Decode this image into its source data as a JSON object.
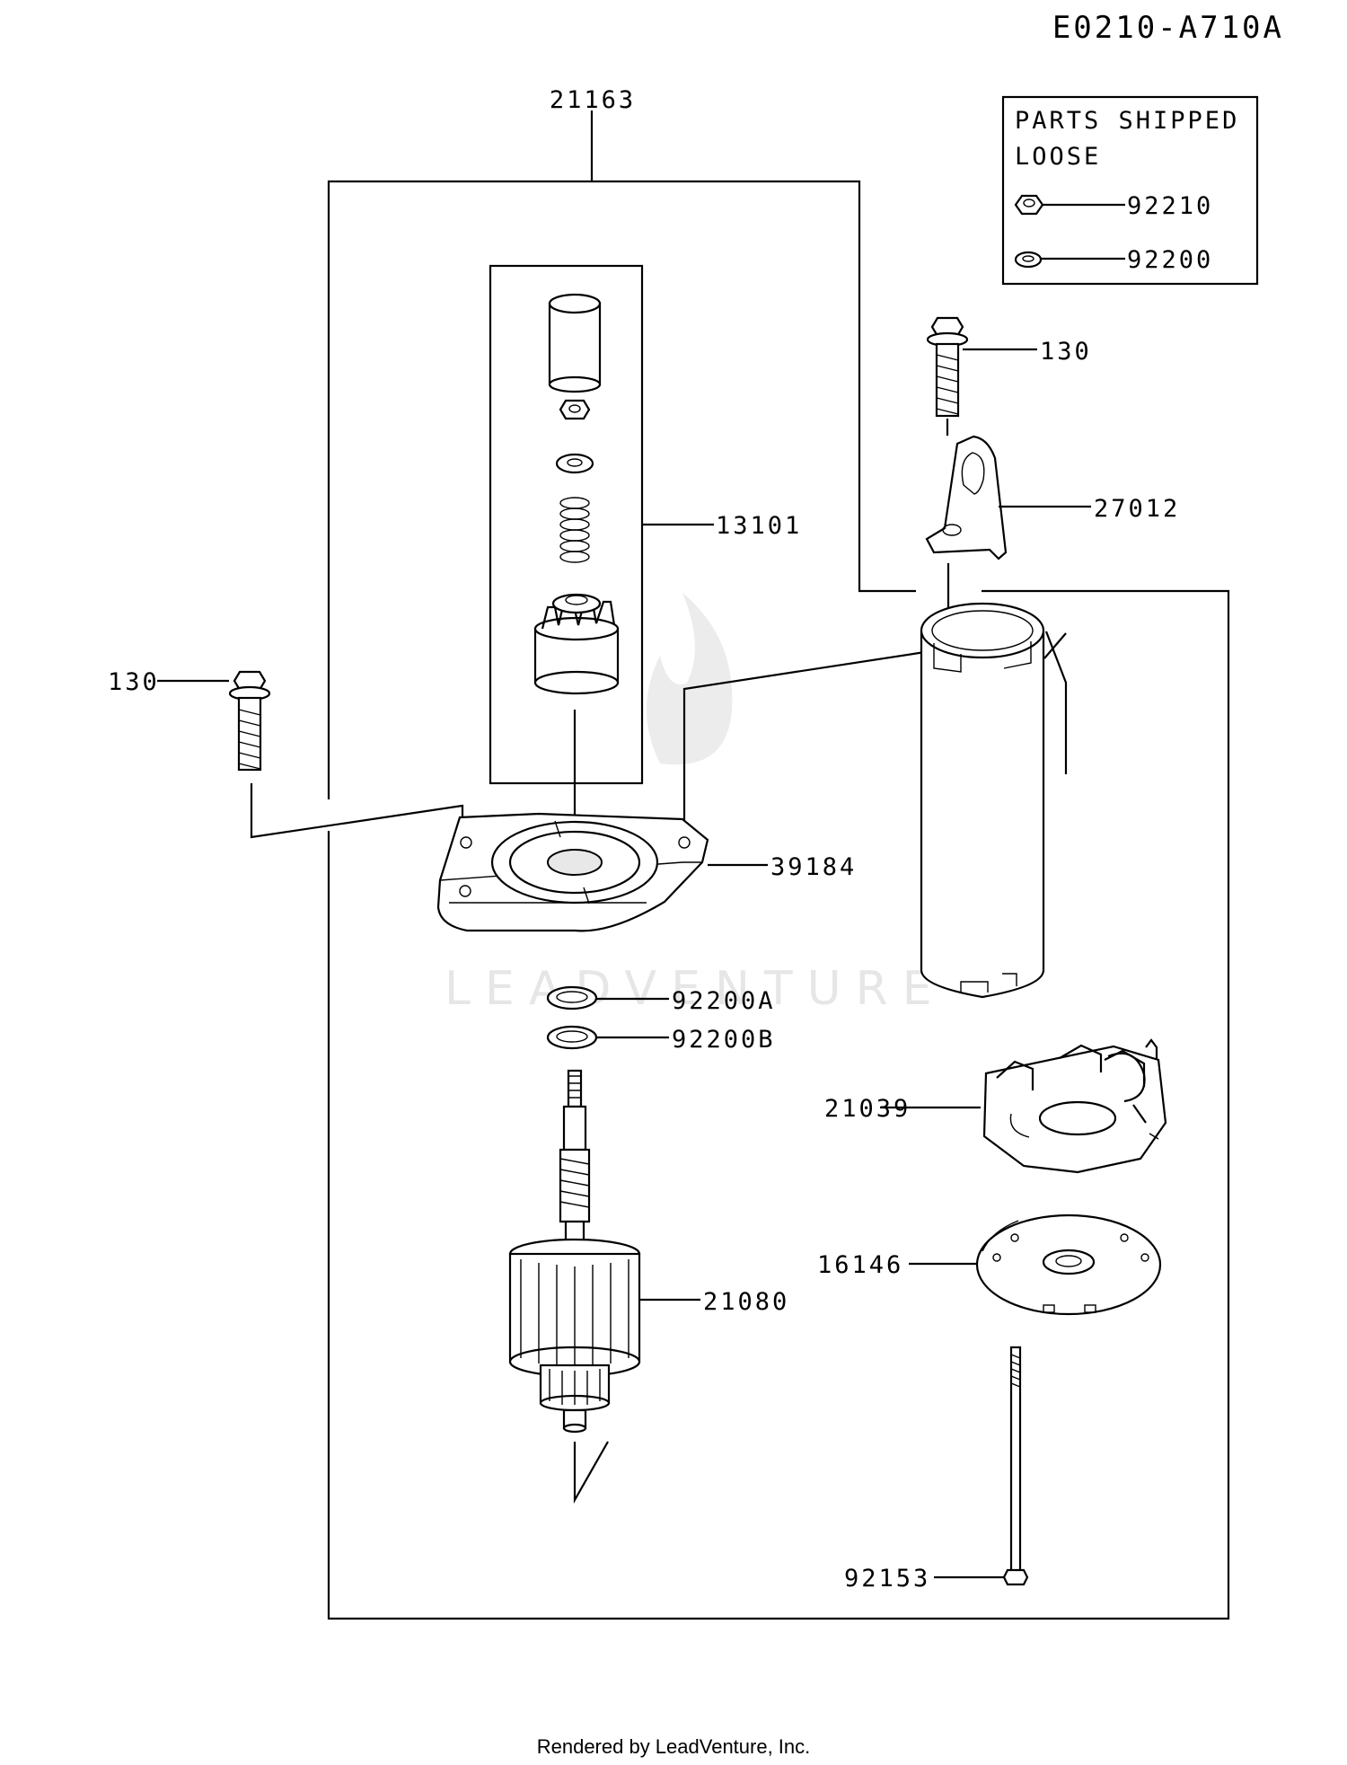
{
  "diagram_code": "E0210-A710A",
  "loose_box": {
    "title_line1": "PARTS SHIPPED",
    "title_line2": "LOOSE",
    "items": [
      {
        "icon": "nut-icon",
        "part": "92210"
      },
      {
        "icon": "washer-icon",
        "part": "92200"
      }
    ]
  },
  "callouts": {
    "starter_assembly": "21163",
    "drive_kit": "13101",
    "bolt_top": "130",
    "bracket": "27012",
    "bolt_left": "130",
    "front_cover": "39184",
    "washer_a": "92200A",
    "washer_b": "92200B",
    "brush_holder": "21039",
    "end_plate": "16146",
    "armature": "21080",
    "through_bolt": "92153"
  },
  "watermark": "LEADVENTURE",
  "footer": "Rendered by LeadVenture, Inc."
}
